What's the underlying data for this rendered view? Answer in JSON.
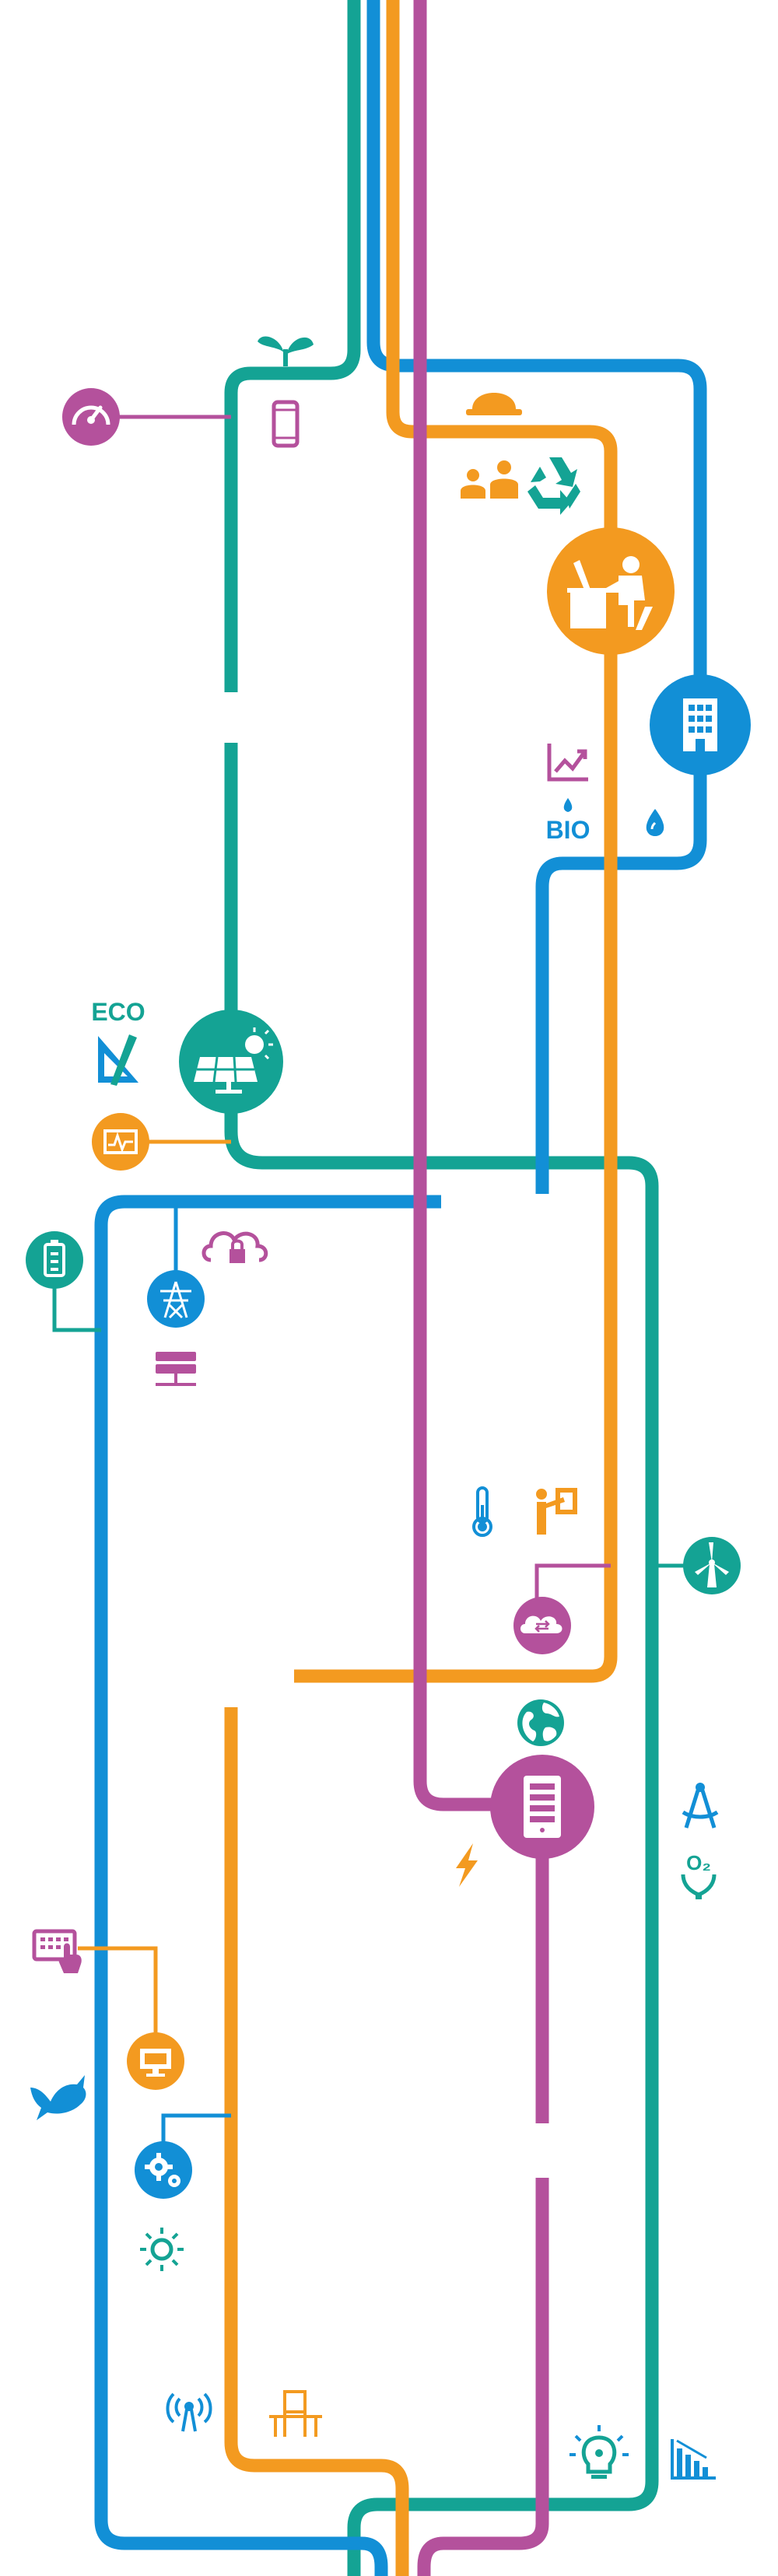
{
  "colors": {
    "teal": "#14a394",
    "blue": "#128fd6",
    "orange": "#f39a20",
    "magenta": "#b4519c",
    "white": "#ffffff"
  },
  "labels": {
    "eco": "ECO",
    "bio": "BIO",
    "o2": "O₂"
  },
  "icons": [
    "gauge-icon",
    "mobile-phone-icon",
    "sprout-icon",
    "hard-hat-icon",
    "people-icon",
    "recycle-icon",
    "office-worker-icon",
    "office-building-icon",
    "growth-chart-icon",
    "bio-icon",
    "water-drop-icon",
    "eco-label-icon",
    "drafting-tools-icon",
    "solar-panel-icon",
    "oscilloscope-icon",
    "battery-icon",
    "cloud-lock-icon",
    "power-pylon-icon",
    "server-stack-icon",
    "thermometer-icon",
    "worker-sign-icon",
    "cloud-sync-icon",
    "wind-turbine-icon",
    "globe-icon",
    "server-icon",
    "lightning-icon",
    "compass-icon",
    "oxygen-icon",
    "tablet-touch-icon",
    "monitor-icon",
    "bird-icon",
    "gears-icon",
    "sun-icon",
    "antenna-icon",
    "desk-chair-icon",
    "light-bulb-icon",
    "declining-chart-icon"
  ]
}
